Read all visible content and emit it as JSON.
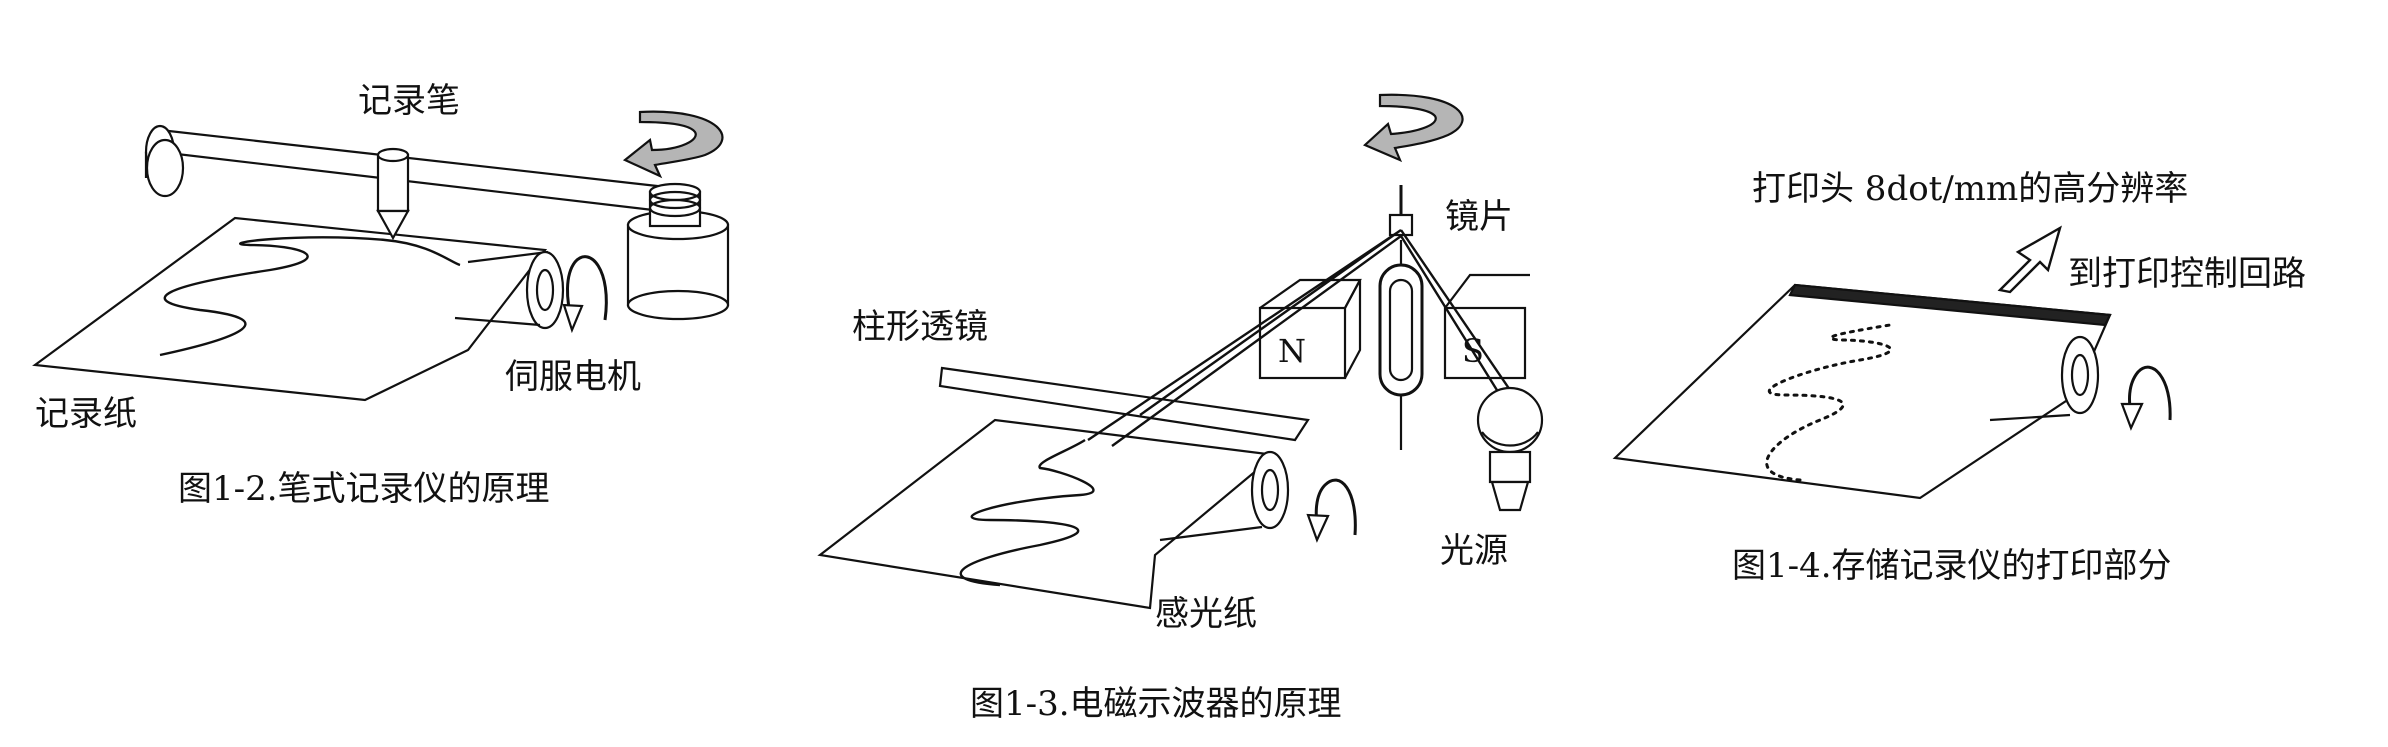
{
  "fig2": {
    "label_pen": "记录笔",
    "label_paper": "记录纸",
    "label_servo": "伺服电机",
    "caption": "图1-2.笔式记录仪的原理"
  },
  "fig3": {
    "label_mirror": "镜片",
    "label_lens": "柱形透镜",
    "label_north": "N",
    "label_south": "S",
    "label_light": "光源",
    "label_paper": "感光纸",
    "caption": "图1-3.电磁示波器的原理"
  },
  "fig4": {
    "label_head": "打印头 8dot/mm的高分辨率",
    "label_circuit": "到打印控制回路",
    "caption": "图1-4.存储记录仪的打印部分"
  },
  "colors": {
    "stroke": "#111111",
    "arrow_fill": "#b5b5b5",
    "background": "#ffffff"
  }
}
